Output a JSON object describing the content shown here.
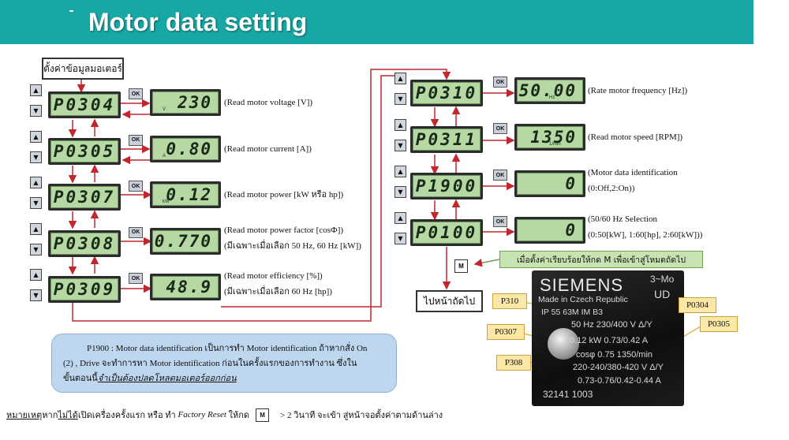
{
  "header": {
    "title": "Motor data setting"
  },
  "start_label": "ตั้งค่าข้อมูลมอเตอร์",
  "ok_label": "OK",
  "m_label": "M",
  "key_up": "▲",
  "key_down": "▼",
  "left_params": [
    {
      "code": "P0304",
      "value": "230",
      "unit": "V",
      "desc1": "(Read motor voltage [V])",
      "desc2": ""
    },
    {
      "code": "P0305",
      "value": "0.80",
      "unit": "A",
      "desc1": "(Read motor current [A])",
      "desc2": ""
    },
    {
      "code": "P0307",
      "value": "0.12",
      "unit": "kW",
      "desc1": "(Read motor power [kW หรือ hp])",
      "desc2": ""
    },
    {
      "code": "P0308",
      "value": "0.770",
      "unit": "",
      "desc1": "(Read motor power factor [cosФ])",
      "desc2": "(มีเฉพาะเมื่อเลือก 50 Hz, 60 Hz [kW])"
    },
    {
      "code": "P0309",
      "value": "48.9",
      "unit": "",
      "desc1": "(Read motor efficiency [%])",
      "desc2": "(มีเฉพาะเมื่อเลือก 60 Hz [hp])"
    }
  ],
  "right_params": [
    {
      "code": "P0310",
      "value": "50.00",
      "unit": "Hz",
      "desc1": "(Rate motor frequency [Hz])",
      "desc2": ""
    },
    {
      "code": "P0311",
      "value": "1350",
      "unit": "1/min",
      "desc1": "(Read motor speed [RPM])",
      "desc2": ""
    },
    {
      "code": "P1900",
      "value": "0",
      "unit": "",
      "desc1": "(Motor data identification",
      "desc2": "(0:Off,2:On))"
    },
    {
      "code": "P0100",
      "value": "0",
      "unit": "",
      "desc1": "(50/60 Hz Selection",
      "desc2": "(0:50[kW], 1:60[hp], 2:60[kW]))"
    }
  ],
  "green_note": "เมื่อตั้งค่าเรียบร้อยให้กด M เพื่อเข้าสู่โหมดถัดไป",
  "next_label": "ไปหน้าถัดไป",
  "note": {
    "line1": "P1900 : Motor data identification เป็นการทำ Motor identification ถ้าหากสั่ง On",
    "line2": "(2) , Drive จะทำการหา Motor identification ก่อนในครั้งแรกของการทำงาน ซึ่งใน",
    "line3_a": "ขั้นตอนนี้",
    "line3_b": "จำเป็นต้องปลดโหลดมอเตอร์ออกก่อน"
  },
  "footer": {
    "label": "หมายเหตุ",
    "t1": " หาก",
    "t2": "ไม่ได้",
    "t3": "เปิดเครื่องครั้งแรก หรือ ทำ ",
    "t4": "Factory Reset",
    "t5": " ให้กด",
    "t6": "> 2 วินาที จะเข้า สู่หน้าจอตั้งค่าตามด้านล่าง"
  },
  "nameplate": {
    "brand": "SIEMENS",
    "phase": "3~Mo",
    "ud": "UD",
    "made": "Made in Czech Republic",
    "model": "IP 55   63M   IM B3",
    "row1": "50 Hz   230/400 V Δ/Y",
    "row2": "0.12 kW       0.73/0.42 A",
    "row3": "cosφ 0.75      1350/min",
    "row4": "220-240/380-420 V Δ/Y",
    "row5": "0.73-0.76/0.42-0.44 A",
    "serial": "32141 1003"
  },
  "callouts": [
    "P310",
    "P0304",
    "P0307",
    "P0305",
    "P308"
  ],
  "colors": {
    "header": "#17a7a4",
    "arrow": "#c1272d",
    "lcd": "#b6d9a4",
    "callout": "#fbe7a6",
    "note": "#bed6ee",
    "green_note": "#c7e3b1"
  }
}
